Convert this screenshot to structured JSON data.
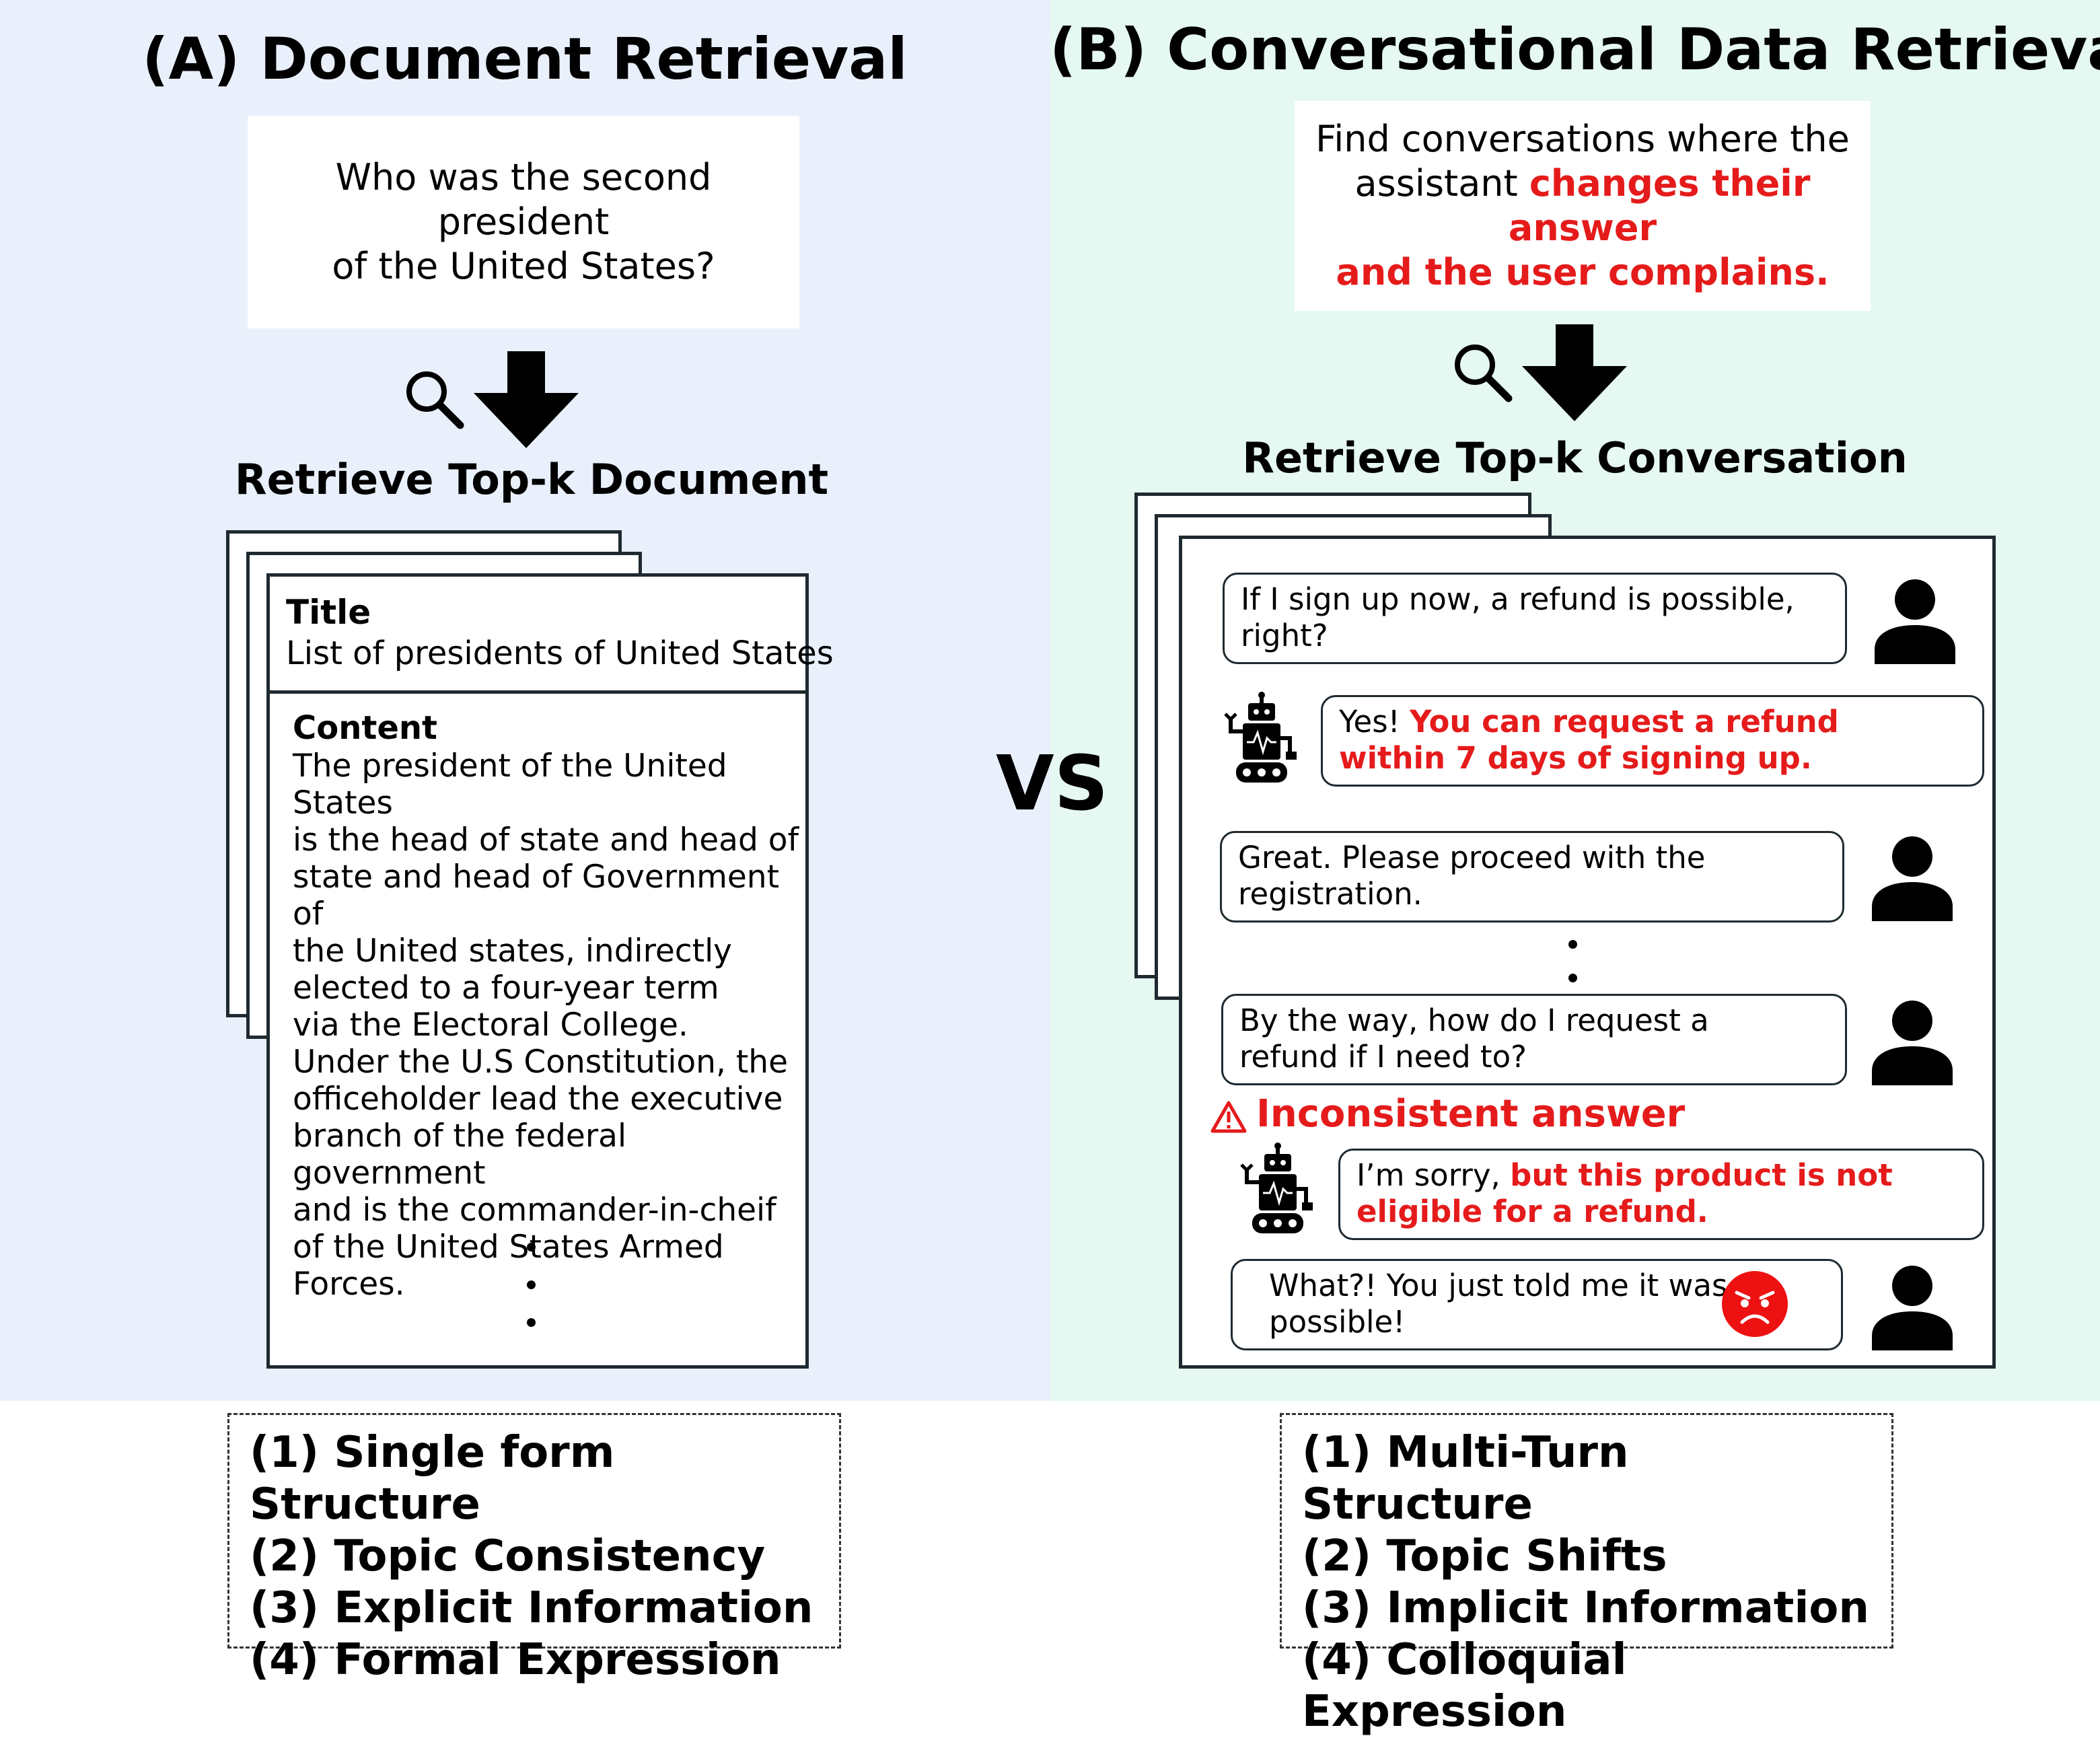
{
  "left": {
    "heading": "(A) Document Retrieval",
    "query_line1": "Who was the second president",
    "query_line2": "of the United States?",
    "retrieve_label": "Retrieve Top-k Document",
    "doc_title_label": "Title",
    "doc_title_value": "List of presidents of United States",
    "doc_content_label": "Content",
    "doc_content_lines": [
      "The president of the United States",
      "is the head of state and head of",
      "state and head of Government of",
      "the United states, indirectly",
      "elected to a four-year term",
      "via the Electoral College.",
      "Under the U.S Constitution, the",
      "officeholder lead the executive",
      "branch of the federal government",
      "and is the commander-in-cheif",
      "of the United States Armed Forces."
    ],
    "properties": [
      "(1) Single form Structure",
      "(2) Topic Consistency",
      "(3) Explicit Information",
      "(4) Formal Expression"
    ]
  },
  "vs_label": "VS",
  "right": {
    "heading": "(B) Conversational Data Retrieval",
    "query_line1": "Find conversations where the",
    "query_line2_plain": "assistant ",
    "query_line2_red": "changes their answer",
    "query_line3_red": "and the user complains.",
    "retrieve_label": "Retrieve Top-k Conversation",
    "turns": {
      "user1_line1": "If I sign up now, a refund is possible,",
      "user1_line2": "right?",
      "bot1_plain": "Yes! ",
      "bot1_red1": "You can request a refund",
      "bot1_red2": "within 7 days of signing up.",
      "user2_line1": "Great. Please proceed with the",
      "user2_line2": "registration.",
      "user3_line1": "By the way, how do I request a",
      "user3_line2": "refund if I need to?",
      "warning": "Inconsistent answer",
      "bot2_plain": "I’m sorry, ",
      "bot2_red1": "but this product is not",
      "bot2_red2": "eligible for a refund.",
      "user4_line1": "What?! You just told me it was",
      "user4_line2": "possible!"
    },
    "properties": [
      "(1) Multi-Turn Structure",
      "(2) Topic Shifts",
      "(3) Implicit Information",
      "(4) Colloquial Expression"
    ]
  },
  "colors": {
    "panel_a_bg": "#e9f0fc",
    "panel_b_bg": "#e5f8f1",
    "highlight_red": "#e51b1b",
    "border_dark": "#1f2a30"
  },
  "icons": [
    "search-icon",
    "down-arrow-icon",
    "user-icon",
    "robot-icon",
    "warning-icon",
    "angry-face-icon"
  ]
}
